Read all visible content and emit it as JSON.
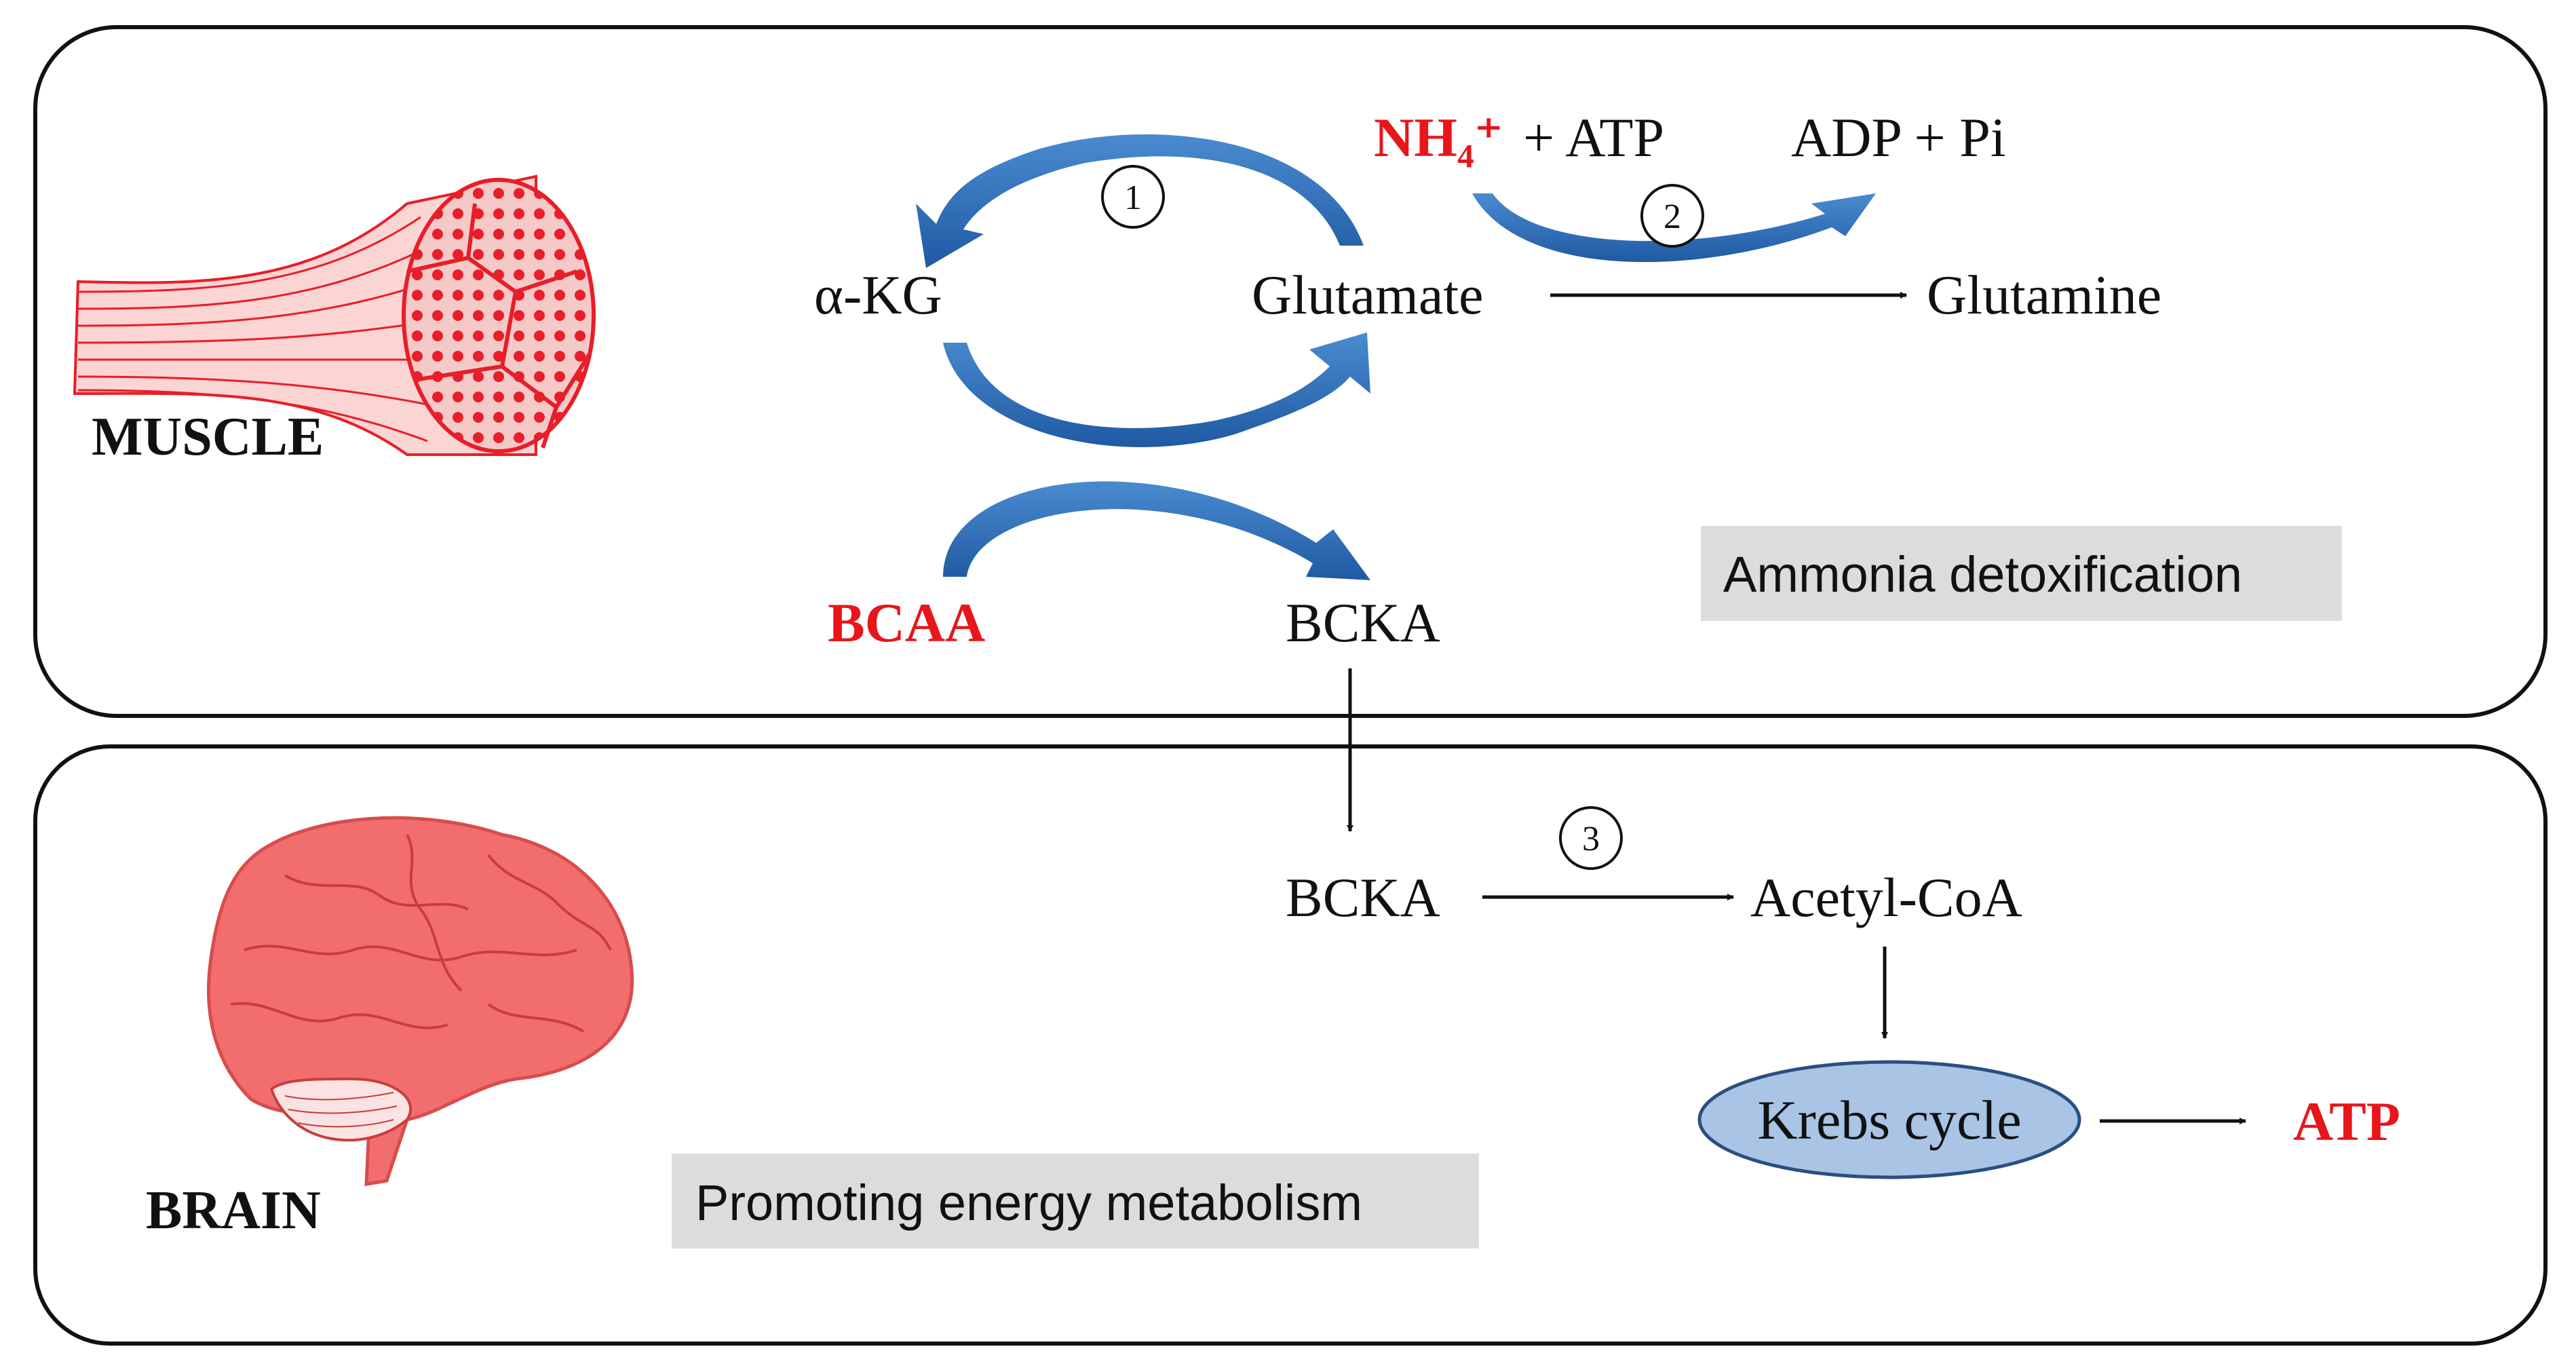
{
  "panels": {
    "muscle": {
      "title": "MUSCLE",
      "tag": "Ammonia detoxification",
      "alpha_kg": "α-KG",
      "glutamate": "Glutamate",
      "glutamine": "Glutamine",
      "nh4": "NH₄⁺",
      "plus_atp": "+ ATP",
      "adp_pi": "ADP + Pi",
      "bcaa": "BCAA",
      "bcka": "BCKA",
      "step1": "1",
      "step2": "2"
    },
    "brain": {
      "title": "BRAIN",
      "tag": "Promoting energy metabolism",
      "bcka": "BCKA",
      "acetyl_coa": "Acetyl-CoA",
      "krebs": "Krebs cycle",
      "atp": "ATP",
      "step3": "3"
    }
  },
  "colors": {
    "highlight_red": "#e8151b",
    "arrow_blue": "#2a6db5",
    "krebs_fill": "#a9c4e4",
    "tag_gray": "#dcdcdc",
    "muscle_red": "#e81e28",
    "brain_pink": "#f26e6e"
  }
}
